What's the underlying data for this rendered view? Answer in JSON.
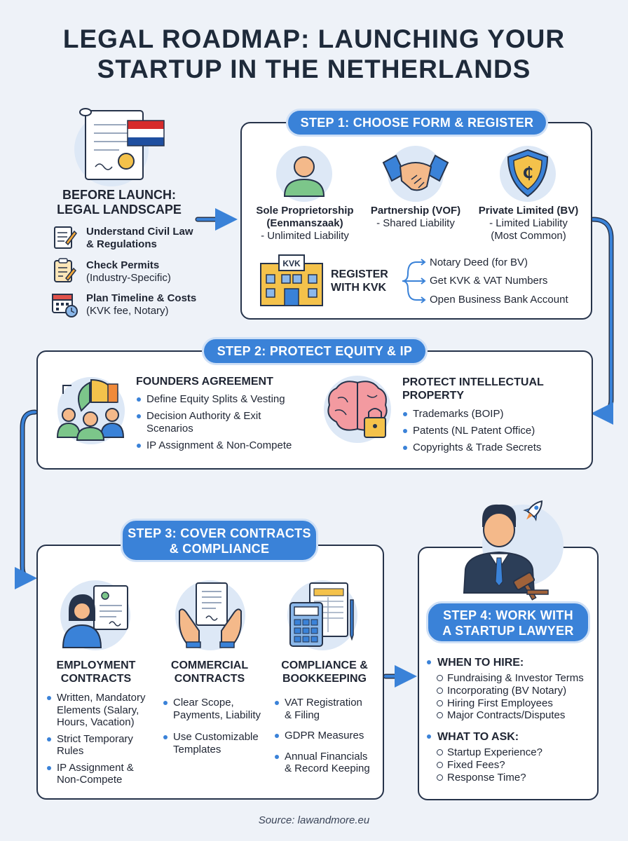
{
  "title": {
    "line1": "LEGAL ROADMAP: LAUNCHING YOUR",
    "line2": "STARTUP IN THE NETHERLANDS"
  },
  "before": {
    "heading_l1": "BEFORE LAUNCH:",
    "heading_l2": "LEGAL LANDSCAPE",
    "items": [
      {
        "bold_l1": "Understand Civil Law",
        "bold_l2": "& Regulations",
        "normal": ""
      },
      {
        "bold_l1": "Check Permits",
        "bold_l2": "",
        "normal": "(Industry-Specific)"
      },
      {
        "bold_l1": "Plan Timeline & Costs",
        "bold_l2": "",
        "normal": "(KVK fee, Notary)"
      }
    ]
  },
  "step1": {
    "label": "STEP 1: CHOOSE FORM & REGISTER",
    "forms": [
      {
        "l1": "Sole Proprietorship",
        "l2": "(Eenmanszaak)",
        "l3": "- Unlimited Liability"
      },
      {
        "l1": "Partnership (VOF)",
        "l2": "- Shared Liability",
        "l3": ""
      },
      {
        "l1": "Private Limited (BV)",
        "l2": "- Limited Liability",
        "l3": "(Most Common)"
      }
    ],
    "kvk_sign": "KVK",
    "register_l1": "REGISTER",
    "register_l2": "WITH KVK",
    "register_steps": [
      "Notary Deed (for BV)",
      "Get KVK & VAT Numbers",
      "Open Business Bank Account"
    ],
    "coin_symbol": "₵"
  },
  "step2": {
    "label": "STEP 2: PROTECT EQUITY & IP",
    "founders": {
      "heading": "FOUNDERS AGREEMENT",
      "items": [
        "Define Equity Splits & Vesting",
        "Decision Authority & Exit",
        "Scenarios",
        "IP Assignment & Non-Compete"
      ]
    },
    "ip": {
      "heading_l1": "PROTECT INTELLECTUAL",
      "heading_l2": "PROPERTY",
      "items": [
        "Trademarks (BOIP)",
        "Patents (NL Patent Office)",
        "Copyrights & Trade Secrets"
      ]
    }
  },
  "step3": {
    "label_l1": "STEP 3: COVER CONTRACTS",
    "label_l2": "& COMPLIANCE",
    "employment": {
      "heading_l1": "EMPLOYMENT",
      "heading_l2": "CONTRACTS",
      "items": [
        {
          "l1": "Written, Mandatory",
          "l2": "Elements (Salary,",
          "l3": "Hours, Vacation)"
        },
        {
          "l1": "Strict Temporary",
          "l2": "Rules",
          "l3": ""
        },
        {
          "l1": "IP Assignment &",
          "l2": "Non-Compete",
          "l3": ""
        }
      ]
    },
    "commercial": {
      "heading_l1": "COMMERCIAL",
      "heading_l2": "CONTRACTS",
      "items": [
        {
          "l1": "Clear Scope,",
          "l2": "Payments, Liability"
        },
        {
          "l1": "Use Customizable",
          "l2": "Templates"
        }
      ]
    },
    "compliance": {
      "heading_l1": "COMPLIANCE &",
      "heading_l2": "BOOKKEEPING",
      "items": [
        {
          "l1": "VAT Registration",
          "l2": "& Filing"
        },
        {
          "l1": "GDPR Measures",
          "l2": ""
        },
        {
          "l1": "Annual Financials",
          "l2": "& Record Keeping"
        }
      ]
    }
  },
  "step4": {
    "label_l1": "STEP 4: WORK WITH",
    "label_l2": "A STARTUP LAWYER",
    "when_heading": "WHEN TO HIRE:",
    "when_items": [
      "Fundraising & Investor Terms",
      "Incorporating (BV Notary)",
      "Hiring First Employees",
      "Major Contracts/Disputes"
    ],
    "ask_heading": "WHAT TO ASK:",
    "ask_items": [
      "Startup Experience?",
      "Fixed Fees?",
      "Response Time?"
    ]
  },
  "source": "Source: lawandmore.eu",
  "colors": {
    "accent": "#3a82d8",
    "outline": "#26334a",
    "background": "#eef2f8"
  }
}
